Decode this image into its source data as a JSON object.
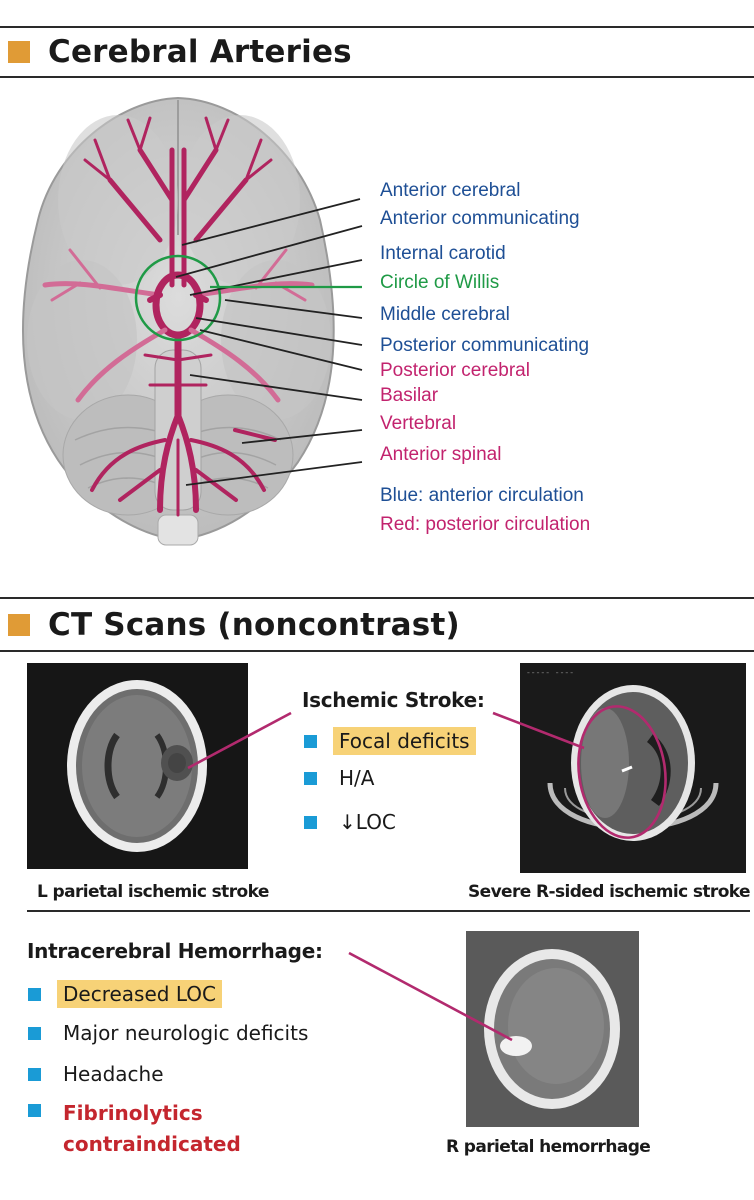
{
  "section1": {
    "title": "Cerebral Arteries"
  },
  "diagram": {
    "labels": {
      "anterior_cerebral": "Anterior cerebral",
      "anterior_communicating": "Anterior communicating",
      "internal_carotid": "Internal carotid",
      "circle_of_willis": "Circle of Willis",
      "middle_cerebral": "Middle cerebral",
      "posterior_communicating": "Posterior communicating",
      "posterior_cerebral": "Posterior cerebral",
      "basilar": "Basilar",
      "vertebral": "Vertebral",
      "anterior_spinal": "Anterior spinal"
    },
    "legend": {
      "blue": "Blue: anterior circulation",
      "red": "Red: posterior circulation"
    },
    "colors": {
      "anterior": "#1e4f95",
      "posterior": "#c2236e",
      "willis": "#1f9a46",
      "artery": "#b0245f"
    }
  },
  "section2": {
    "title": "CT Scans (noncontrast)"
  },
  "ischemic": {
    "title": "Ischemic Stroke:",
    "bullets": [
      "Focal deficits",
      "H/A",
      "↓LOC"
    ],
    "caption_left": "L parietal ischemic stroke",
    "caption_right": "Severe R-sided ischemic stroke"
  },
  "hemorrhage": {
    "title": "Intracerebral Hemorrhage:",
    "bullets": [
      "Decreased LOC",
      "Major neurologic deficits",
      "Headache"
    ],
    "warning_line1": "Fibrinolytics",
    "warning_line2": "contraindicated",
    "caption": "R parietal hemorrhage"
  },
  "accent_colors": {
    "section_square": "#e09b36",
    "bullet": "#1a9bd6",
    "highlight": "#f7d277",
    "warning": "#c4262e"
  }
}
